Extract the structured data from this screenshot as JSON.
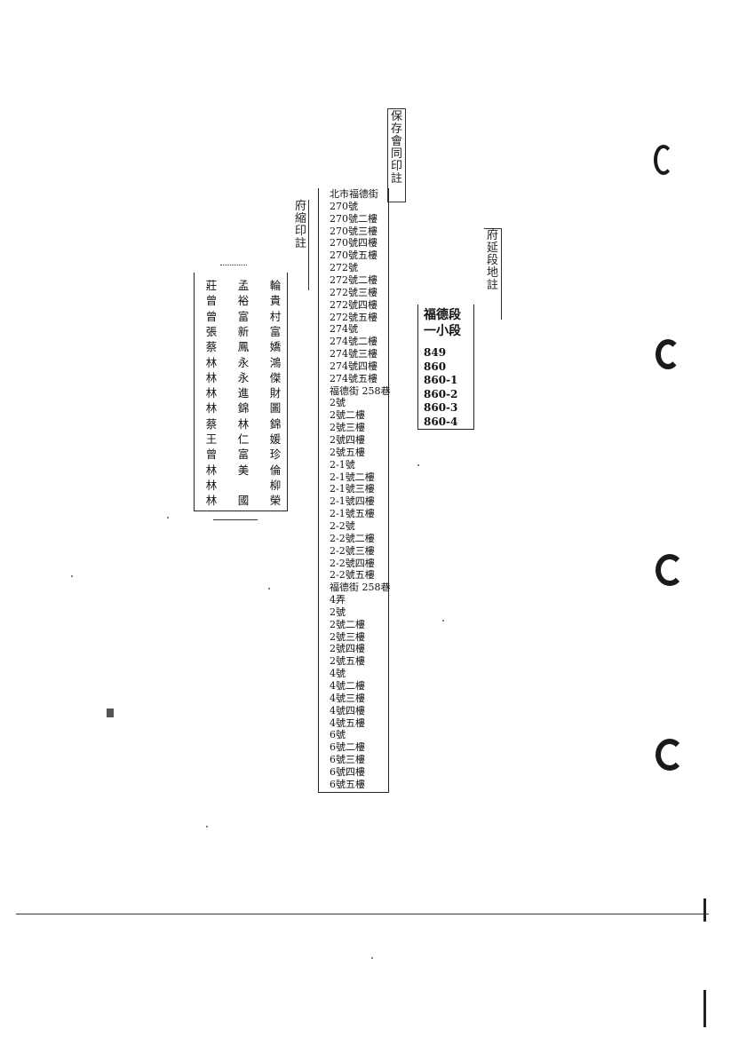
{
  "stamps": {
    "top_center": "保\n存\n會\n同\n印\n註",
    "left_margin": "府\n縮\n印\n註",
    "right_parcel": "府\n延\n段\n地\n註"
  },
  "owners": [
    [
      "莊",
      "孟",
      "輪"
    ],
    [
      "曾",
      "裕",
      "貴"
    ],
    [
      "曾",
      "富",
      "村"
    ],
    [
      "張",
      "新",
      "富"
    ],
    [
      "蔡",
      "鳳",
      "嬌"
    ],
    [
      "林",
      "永",
      "鴻"
    ],
    [
      "林",
      "永",
      "傑"
    ],
    [
      "林",
      "進",
      "財"
    ],
    [
      "林",
      "錦",
      "圖"
    ],
    [
      "蔡",
      "林",
      "錦"
    ],
    [
      "王",
      "仁",
      "媛"
    ],
    [
      "曾",
      "富",
      "珍"
    ],
    [
      "林",
      "美",
      "倫"
    ],
    [
      "林",
      "",
      "柳"
    ],
    [
      "林",
      "國",
      "榮"
    ]
  ],
  "addresses": [
    "北市福德街",
    "270號",
    "270號二樓",
    "270號三樓",
    "270號四樓",
    "270號五樓",
    "272號",
    "272號二樓",
    "272號三樓",
    "272號四樓",
    "272號五樓",
    "274號",
    "274號二樓",
    "274號三樓",
    "274號四樓",
    "274號五樓",
    "福德街 258巷",
    "2號",
    "2號二樓",
    "2號三樓",
    "2號四樓",
    "2號五樓",
    "2-1號",
    "2-1號二樓",
    "2-1號三樓",
    "2-1號四樓",
    "2-1號五樓",
    "2-2號",
    "2-2號二樓",
    "2-2號三樓",
    "2-2號四樓",
    "2-2號五樓",
    "福德街 258巷",
    "4弄",
    "2號",
    "2號二樓",
    "2號三樓",
    "2號四樓",
    "2號五樓",
    "4號",
    "4號二樓",
    "4號三樓",
    "4號四樓",
    "4號五樓",
    "6號",
    "6號二樓",
    "6號三樓",
    "6號四樓",
    "6號五樓"
  ],
  "parcel": {
    "section": "福德段",
    "subsection": "一小段",
    "numbers": [
      "849",
      "860",
      "860-1",
      "860-2",
      "860-3",
      "860-4"
    ]
  }
}
